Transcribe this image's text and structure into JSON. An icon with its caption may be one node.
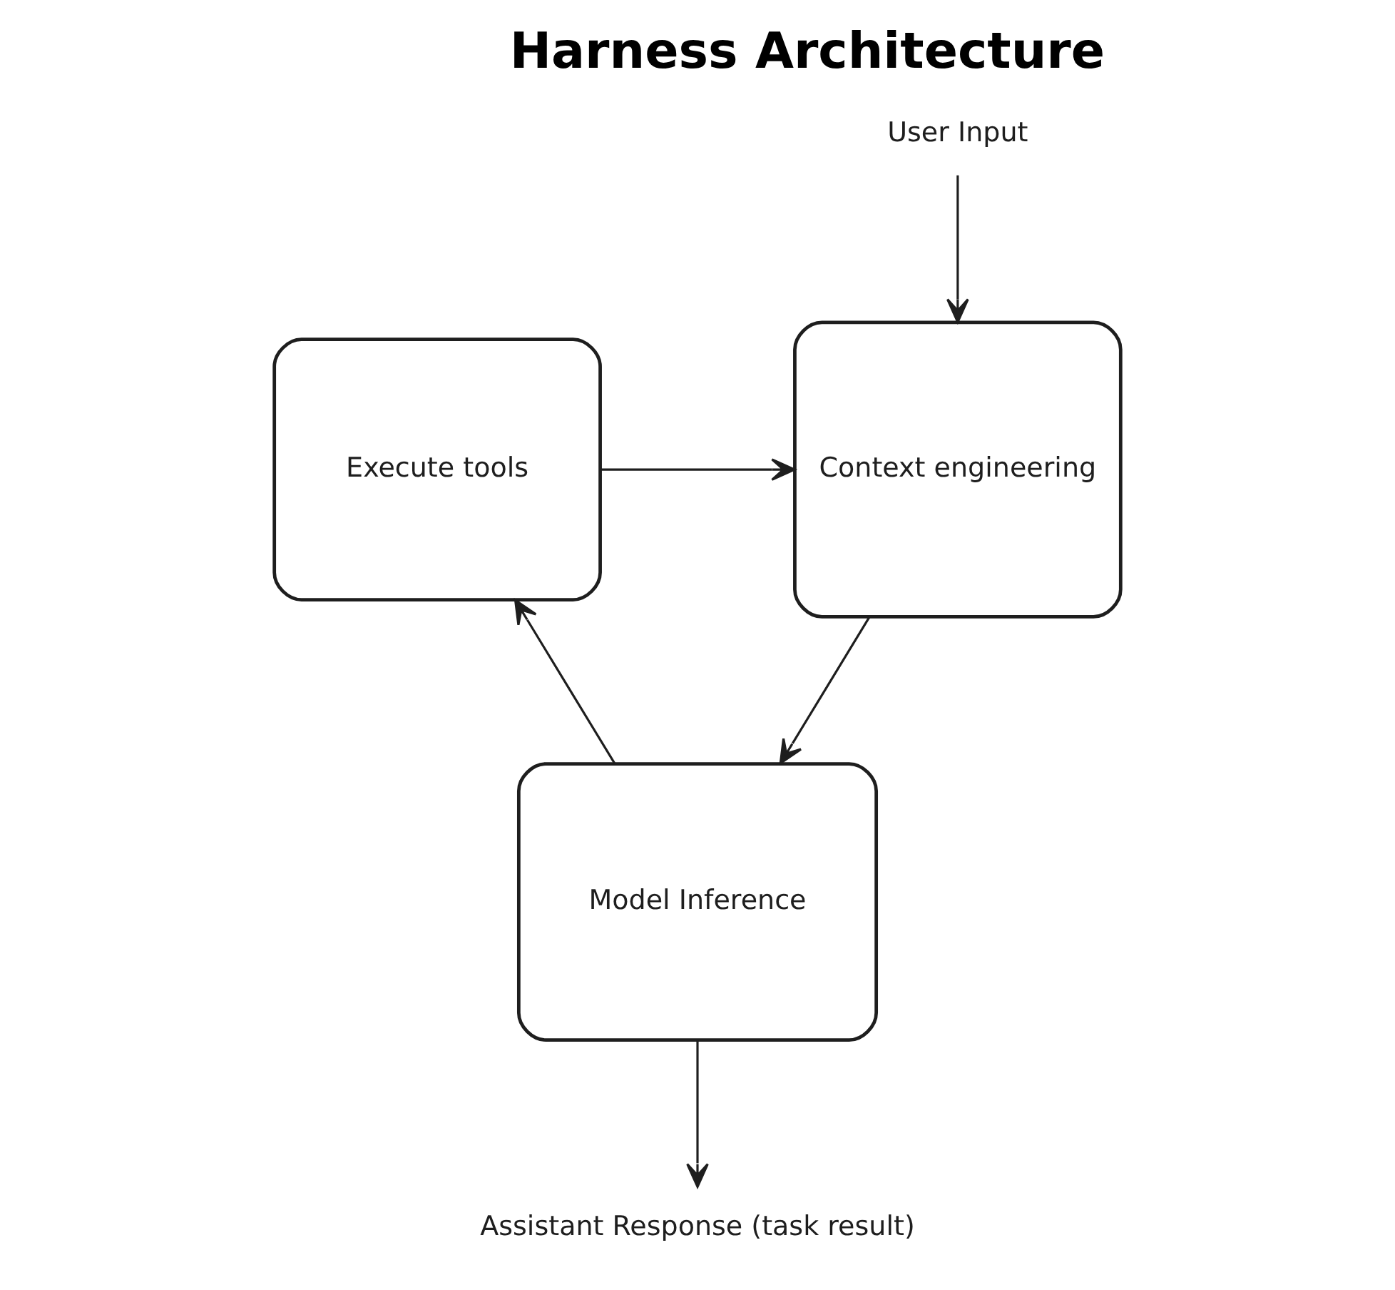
{
  "diagram": {
    "title": "Harness Architecture",
    "nodes": [
      {
        "text": [
          "User Input"
        ]
      },
      {
        "text": [
          "Context engineering"
        ]
      },
      {
        "text": [
          "Execute tools"
        ]
      },
      {
        "text": [
          "Model Inference"
        ]
      },
      {
        "text": [
          "Assistant Response (task result)"
        ]
      }
    ],
    "edges": [
      {
        "from": 0,
        "to": 1,
        "arrow": "to"
      },
      {
        "from": 2,
        "to": 1,
        "arrow": "to"
      },
      {
        "from": 1,
        "to": 3,
        "arrow": "to"
      },
      {
        "from": 3,
        "to": 2,
        "arrow": "to"
      },
      {
        "from": 3,
        "to": 4,
        "arrow": "to"
      }
    ]
  }
}
